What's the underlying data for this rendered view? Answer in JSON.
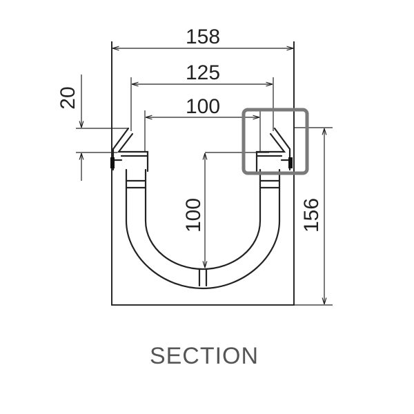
{
  "drawing": {
    "caption": "SECTION",
    "dimensions": {
      "overall_width": "158",
      "grating_width": "125",
      "inner_width": "100",
      "inner_depth": "100",
      "overall_height": "156",
      "frame_height": "20"
    },
    "highlight_color": "#7a7a7a",
    "line_color": "#222222"
  }
}
